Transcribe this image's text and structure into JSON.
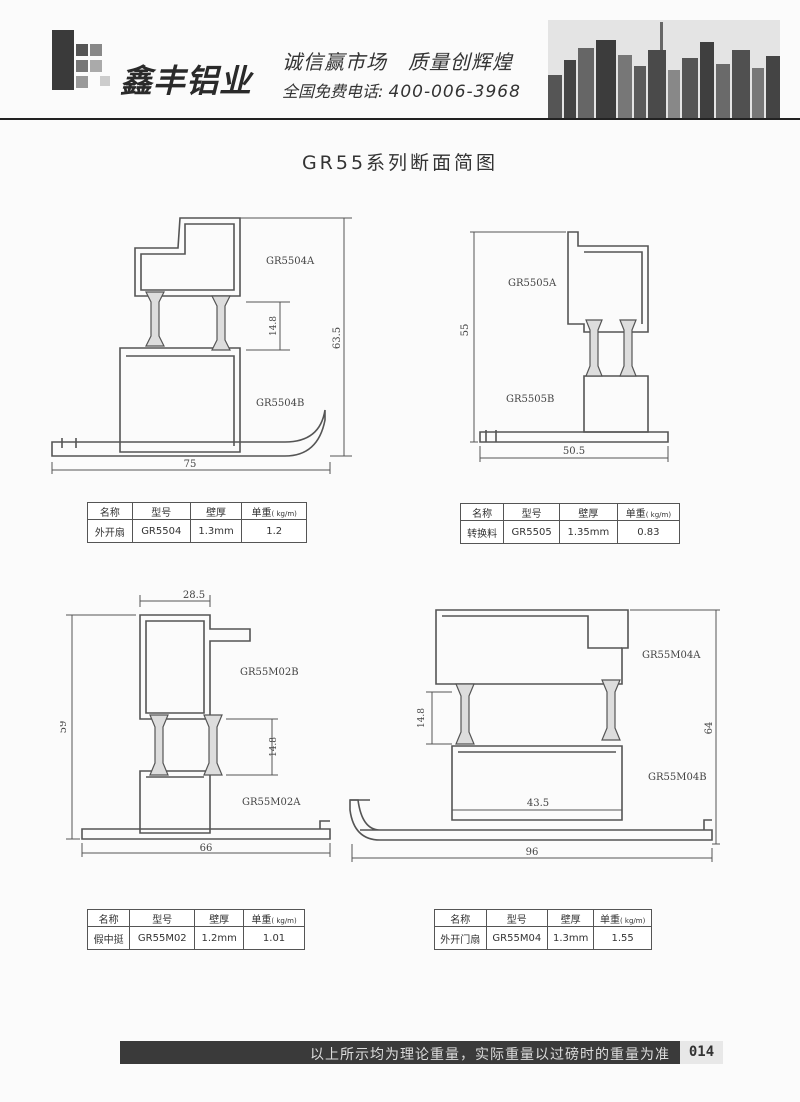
{
  "header": {
    "brand_name": "鑫丰铝业",
    "slogan": "诚信赢市场　质量创辉煌",
    "hotline_label": "全国免费电话:",
    "hotline_number": "400-006-3968"
  },
  "page_title": "GR55系列断面简图",
  "drawings": [
    {
      "labels": [
        "GR5504A",
        "GR5504B"
      ],
      "dims": [
        "14.8",
        "63.5",
        "75"
      ]
    },
    {
      "labels": [
        "GR5505A",
        "GR5505B"
      ],
      "dims": [
        "55",
        "50.5"
      ]
    },
    {
      "labels": [
        "GR55M02B",
        "GR55M02A"
      ],
      "dims": [
        "28.5",
        "59",
        "14.8",
        "66"
      ]
    },
    {
      "labels": [
        "GR55M04A",
        "GR55M04B"
      ],
      "dims": [
        "14.8",
        "64",
        "43.5",
        "96"
      ]
    }
  ],
  "spec_header": {
    "name": "名称",
    "model": "型号",
    "thickness": "壁厚",
    "weight": "单重",
    "weight_unit": "( kg/m)"
  },
  "specs": [
    {
      "name": "外开扇",
      "model": "GR5504",
      "thickness": "1.3mm",
      "weight": "1.2"
    },
    {
      "name": "转换料",
      "model": "GR5505",
      "thickness": "1.35mm",
      "weight": "0.83"
    },
    {
      "name": "假中挺",
      "model": "GR55M02",
      "thickness": "1.2mm",
      "weight": "1.01"
    },
    {
      "name": "外开门扇",
      "model": "GR55M04",
      "thickness": "1.3mm",
      "weight": "1.55"
    }
  ],
  "footer": {
    "note": "以上所示均为理论重量，实际重量以过磅时的重量为准",
    "page": "014"
  }
}
